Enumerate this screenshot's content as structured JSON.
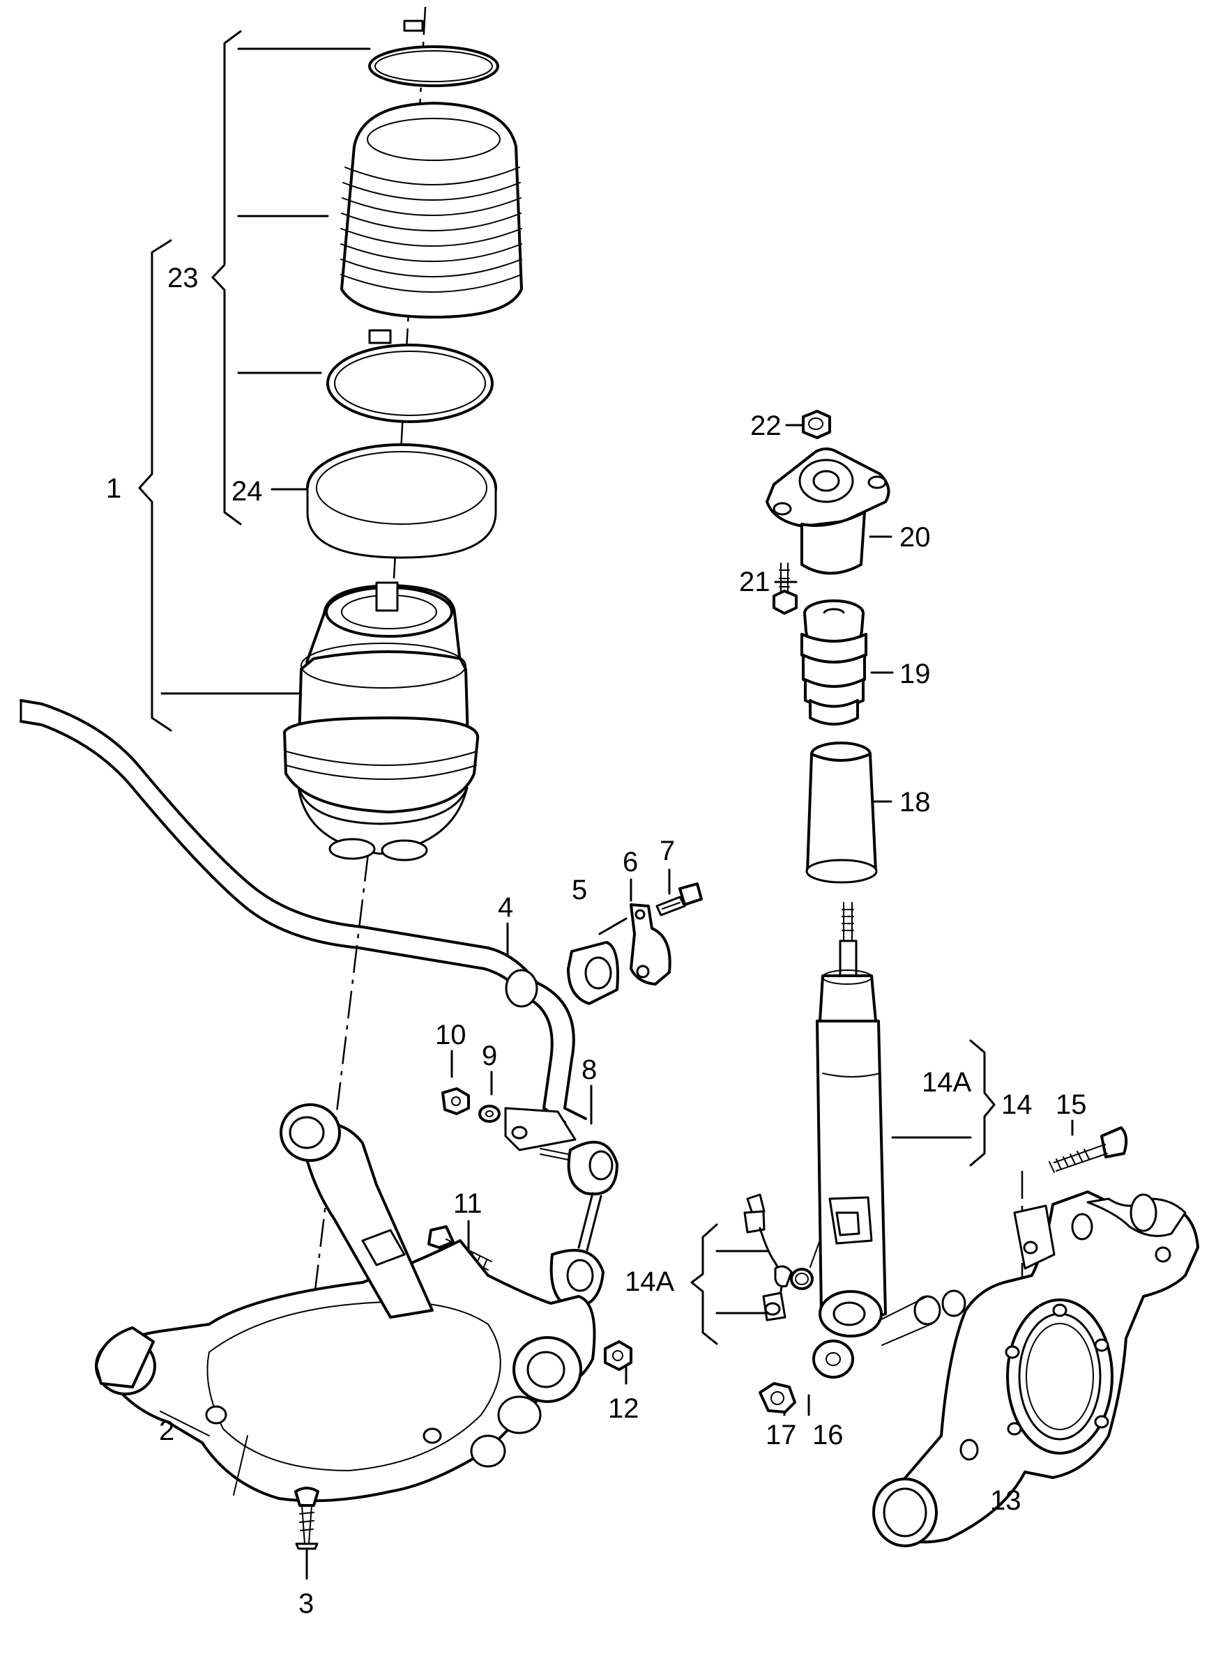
{
  "diagram": {
    "callouts": [
      {
        "id": "1",
        "text": "1"
      },
      {
        "id": "2",
        "text": "2"
      },
      {
        "id": "3",
        "text": "3"
      },
      {
        "id": "4",
        "text": "4"
      },
      {
        "id": "5",
        "text": "5"
      },
      {
        "id": "6",
        "text": "6"
      },
      {
        "id": "7",
        "text": "7"
      },
      {
        "id": "8",
        "text": "8"
      },
      {
        "id": "9",
        "text": "9"
      },
      {
        "id": "10",
        "text": "10"
      },
      {
        "id": "11",
        "text": "11"
      },
      {
        "id": "12",
        "text": "12"
      },
      {
        "id": "13",
        "text": "13"
      },
      {
        "id": "14",
        "text": "14"
      },
      {
        "id": "14A_top",
        "text": "14A"
      },
      {
        "id": "14A_left",
        "text": "14A"
      },
      {
        "id": "15",
        "text": "15"
      },
      {
        "id": "16",
        "text": "16"
      },
      {
        "id": "17",
        "text": "17"
      },
      {
        "id": "18",
        "text": "18"
      },
      {
        "id": "19",
        "text": "19"
      },
      {
        "id": "20",
        "text": "20"
      },
      {
        "id": "21",
        "text": "21"
      },
      {
        "id": "22",
        "text": "22"
      },
      {
        "id": "23",
        "text": "23"
      },
      {
        "id": "24",
        "text": "24"
      }
    ]
  }
}
